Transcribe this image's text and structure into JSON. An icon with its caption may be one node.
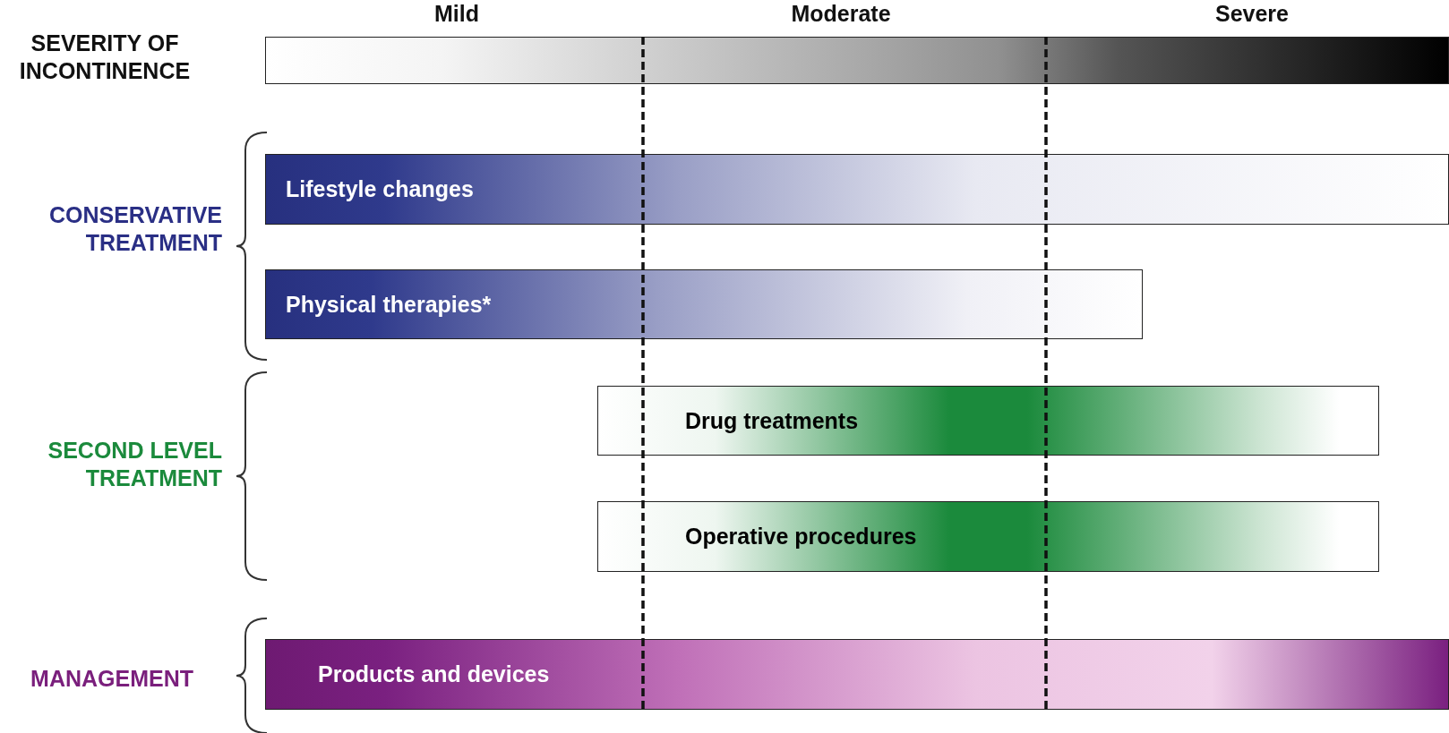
{
  "diagram": {
    "nodes": [
      {
        "text": [],
        "shape": "bar"
      },
      {
        "text": [
          "Lifestyle changes"
        ]
      },
      {
        "text": [
          "Physical therapies*"
        ]
      },
      {
        "text": [
          "Drug treatments"
        ]
      },
      {
        "text": [
          "Operative procedures"
        ]
      },
      {
        "text": [
          "Products and devices"
        ]
      }
    ],
    "edges": [],
    "labels": [
      "Mild",
      "Moderate",
      "Severe",
      "SEVERITY OF INCONTINENCE",
      "CONSERVATIVE TREATMENT",
      "SECOND LEVEL TREATMENT",
      "MANAGEMENT"
    ]
  }
}
